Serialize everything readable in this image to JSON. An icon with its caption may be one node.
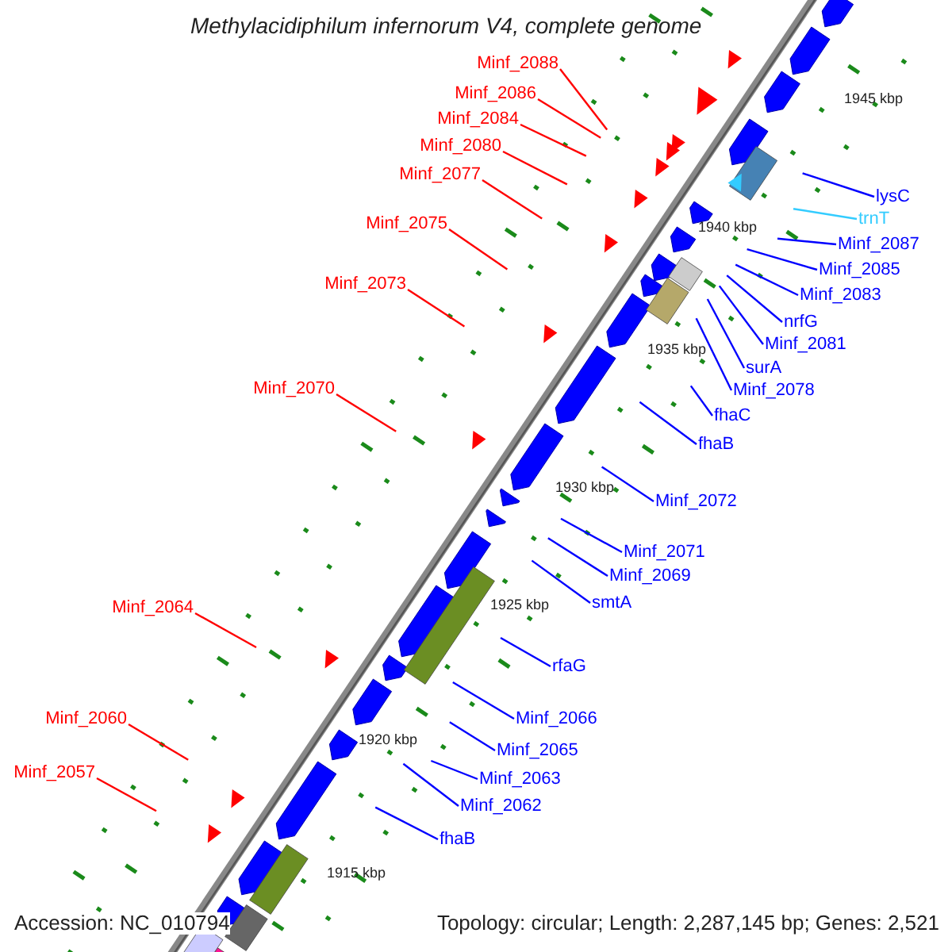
{
  "diagram": {
    "title": "Methylacidiphilum infernorum V4, complete genome",
    "nodes": [
      {
        "text": [
          "Minf_2088"
        ]
      },
      {
        "text": [
          "Minf_2086"
        ]
      },
      {
        "text": [
          "Minf_2084"
        ]
      },
      {
        "text": [
          "Minf_2080"
        ]
      },
      {
        "text": [
          "Minf_2077"
        ]
      },
      {
        "text": [
          "lysC"
        ]
      },
      {
        "text": [
          "trnT"
        ]
      },
      {
        "text": [
          "Minf_2075"
        ]
      },
      {
        "text": [
          "Minf_2087"
        ]
      },
      {
        "text": [
          "Minf_2085"
        ]
      },
      {
        "text": [
          "Minf_2073"
        ]
      },
      {
        "text": [
          "Minf_2083"
        ]
      },
      {
        "text": [
          "nrfG"
        ]
      },
      {
        "text": [
          "Minf_2081"
        ]
      },
      {
        "text": [
          "surA"
        ]
      },
      {
        "text": [
          "Minf_2070"
        ]
      },
      {
        "text": [
          "Minf_2078"
        ]
      },
      {
        "text": [
          "fhaC"
        ]
      },
      {
        "text": [
          "fhaB"
        ]
      },
      {
        "text": [
          "Minf_2072"
        ]
      },
      {
        "text": [
          "Minf_2071"
        ]
      },
      {
        "text": [
          "Minf_2069"
        ]
      },
      {
        "text": [
          "smtA"
        ]
      },
      {
        "text": [
          "Minf_2064"
        ]
      },
      {
        "text": [
          "rfaG"
        ]
      },
      {
        "text": [
          "Minf_2066"
        ]
      },
      {
        "text": [
          "Minf_2060"
        ]
      },
      {
        "text": [
          "Minf_2065"
        ]
      },
      {
        "text": [
          "Minf_2057"
        ]
      },
      {
        "text": [
          "Minf_2063"
        ]
      },
      {
        "text": [
          "Minf_2062"
        ]
      },
      {
        "text": [
          "fhaB"
        ]
      }
    ],
    "edges": [
      {
        "from": 0,
        "to": null,
        "arrow": "none",
        "color": "#ff0000"
      },
      {
        "from": 1,
        "to": null,
        "arrow": "none",
        "color": "#ff0000"
      },
      {
        "from": 2,
        "to": null,
        "arrow": "none",
        "color": "#ff0000"
      },
      {
        "from": 3,
        "to": null,
        "arrow": "none",
        "color": "#ff0000"
      },
      {
        "from": 4,
        "to": null,
        "arrow": "none",
        "color": "#ff0000"
      },
      {
        "from": 5,
        "to": null,
        "arrow": "none"
      },
      {
        "from": 6,
        "to": null,
        "arrow": "none",
        "color": "#33ccff"
      },
      {
        "from": 7,
        "to": null,
        "arrow": "none",
        "color": "#ff0000"
      },
      {
        "from": 8,
        "to": null,
        "arrow": "none"
      },
      {
        "from": 9,
        "to": null,
        "arrow": "none"
      },
      {
        "from": 10,
        "to": null,
        "arrow": "none",
        "color": "#ff0000"
      },
      {
        "from": 11,
        "to": null,
        "arrow": "none"
      },
      {
        "from": 12,
        "to": null,
        "arrow": "none"
      },
      {
        "from": 13,
        "to": null,
        "arrow": "none"
      },
      {
        "from": 14,
        "to": null,
        "arrow": "none"
      },
      {
        "from": 15,
        "to": null,
        "arrow": "none",
        "color": "#ff0000"
      },
      {
        "from": 16,
        "to": null,
        "arrow": "none"
      },
      {
        "from": 17,
        "to": null,
        "arrow": "none"
      },
      {
        "from": 18,
        "to": null,
        "arrow": "none"
      },
      {
        "from": 19,
        "to": null,
        "arrow": "none"
      },
      {
        "from": 20,
        "to": null,
        "arrow": "none"
      },
      {
        "from": 21,
        "to": null,
        "arrow": "none"
      },
      {
        "from": 22,
        "to": null,
        "arrow": "none"
      },
      {
        "from": 23,
        "to": null,
        "arrow": "none",
        "color": "#ff0000"
      },
      {
        "from": 24,
        "to": null,
        "arrow": "none"
      },
      {
        "from": 25,
        "to": null,
        "arrow": "none"
      },
      {
        "from": 26,
        "to": null,
        "arrow": "none",
        "color": "#ff0000"
      },
      {
        "from": 27,
        "to": null,
        "arrow": "none"
      },
      {
        "from": 28,
        "to": null,
        "arrow": "none",
        "color": "#ff0000"
      },
      {
        "from": 29,
        "to": null,
        "arrow": "none"
      },
      {
        "from": 30,
        "to": null,
        "arrow": "none"
      },
      {
        "from": 31,
        "to": null,
        "arrow": "none"
      }
    ],
    "labels": [
      "1945 kbp",
      "1940 kbp",
      "1935 kbp",
      "1930 kbp",
      "1925 kbp",
      "1920 kbp",
      "1915 kbp",
      "Accession: NC_010794",
      "Topology: circular; Length: 2,287,145 bp; Genes: 2,521"
    ]
  }
}
